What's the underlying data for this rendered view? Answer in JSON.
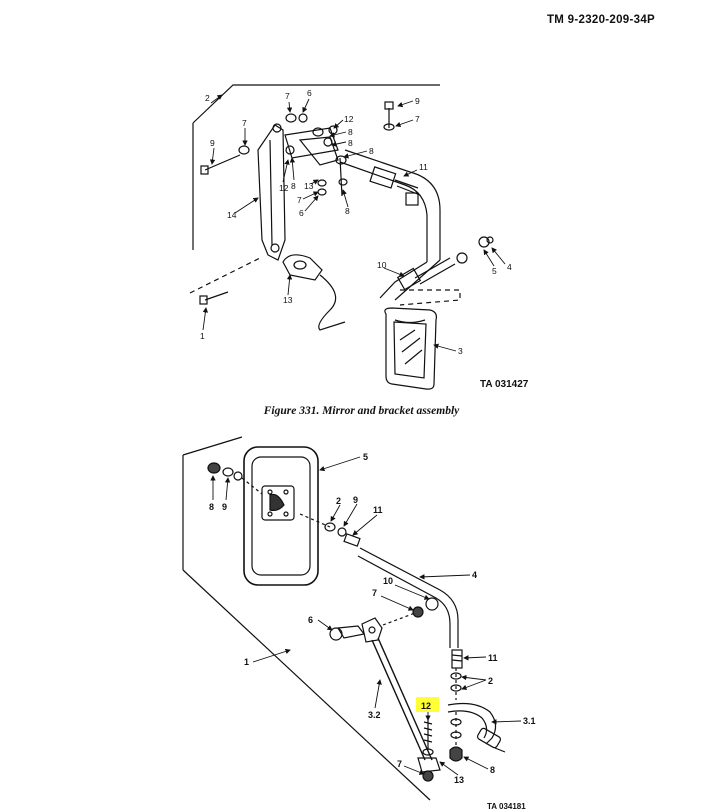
{
  "header": {
    "doc_number": "TM  9-2320-209-34P"
  },
  "figure_top": {
    "art_id": "TA 031427",
    "caption": "Figure 331. Mirror and bracket assembly",
    "callouts": [
      "2",
      "7",
      "6",
      "9",
      "7",
      "7",
      "12",
      "8",
      "9",
      "8",
      "8",
      "12",
      "8",
      "13",
      "11",
      "7",
      "6",
      "8",
      "14",
      "4",
      "5",
      "10",
      "13",
      "1",
      "3"
    ]
  },
  "figure_bottom": {
    "art_id": "TA 034181",
    "highlight_color": "#ffff33",
    "callouts": [
      "5",
      "8",
      "9",
      "2",
      "9",
      "11",
      "10",
      "7",
      "4",
      "6",
      "11",
      "1",
      "2",
      "3.2",
      "12",
      "3.1",
      "7",
      "13",
      "8"
    ]
  }
}
